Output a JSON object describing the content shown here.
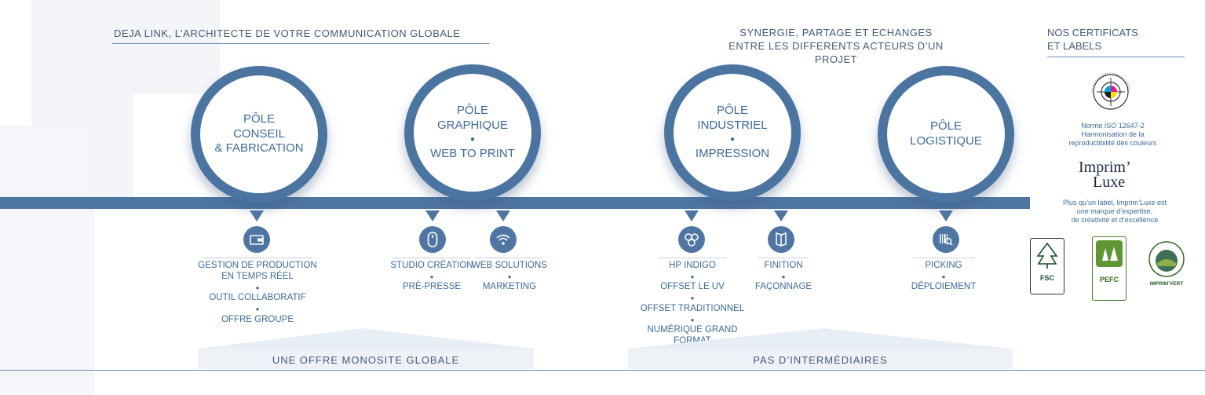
{
  "header": {
    "left_title": "DEJA LINK, L’ARCHITECTE DE VOTRE COMMUNICATION GLOBALE",
    "middle_line1": "SYNERGIE, PARTAGE ET ECHANGES",
    "middle_line2": "ENTRE LES DIFFERENTS ACTEURS D’UN PROJET",
    "right_line1": "NOS CERTIFICATS",
    "right_line2": "ET LABELS"
  },
  "poles": [
    {
      "line1": "PÔLE",
      "line2": "CONSEIL",
      "line3": "& FABRICATION"
    },
    {
      "line1": "PÔLE",
      "line2": "GRAPHIQUE",
      "line3": "WEB TO PRINT"
    },
    {
      "line1": "PÔLE",
      "line2": "INDUSTRIEL",
      "line3": "IMPRESSION"
    },
    {
      "line1": "PÔLE",
      "line2": "LOGISTIQUE"
    }
  ],
  "services": {
    "production": {
      "icon": "wallet-icon",
      "item1": "GESTION DE PRODUCTION",
      "item1b": "EN TEMPS RÉEL",
      "item2": "OUTIL COLLABORATIF",
      "item3": "OFFRE GROUPE"
    },
    "studio": {
      "icon": "mouse-icon",
      "item1": "STUDIO CRÉATION",
      "item2": "PRÉ-PRESSE"
    },
    "web": {
      "icon": "wifi-icon",
      "item1": "WEB SOLUTIONS",
      "item2": "MARKETING"
    },
    "print": {
      "icon": "print-rollers-icon",
      "item1": "HP INDIGO",
      "item2": "OFFSET LE UV",
      "item3": "OFFSET TRADITIONNEL",
      "item4": "NUMÉRIQUE GRAND",
      "item4b": "FORMAT"
    },
    "finish": {
      "icon": "folded-sheet-icon",
      "item1": "FINITION",
      "item2": "FAÇONNAGE"
    },
    "logistics": {
      "icon": "barcode-search-icon",
      "item1": "PICKING",
      "item2": "DÉPLOIEMENT"
    }
  },
  "footer": {
    "left": "UNE OFFRE MONOSITE GLOBALE",
    "right": "PAS D’INTERMÉDIAIRES"
  },
  "certificates": {
    "iso_line1": "Norme ISO 12647-2",
    "iso_line2": "Harmonisation de la",
    "iso_line3": "reproductibilité des couleurs",
    "imprimluxe_logo_line1": "Imprim’",
    "imprimluxe_logo_line2": "Luxe",
    "imprimluxe_line1": "Plus qu’un label, Imprim’Luxe est",
    "imprimluxe_line2": "une marque d’expertise,",
    "imprimluxe_line3": "de créativité et d’excellence",
    "fsc": "FSC",
    "pefc": "PEFC",
    "imprimvert": "IMPRIM’VERT"
  },
  "colors": {
    "primary": "#4f76a2",
    "text": "#3f6a98",
    "header": "#445a75"
  }
}
